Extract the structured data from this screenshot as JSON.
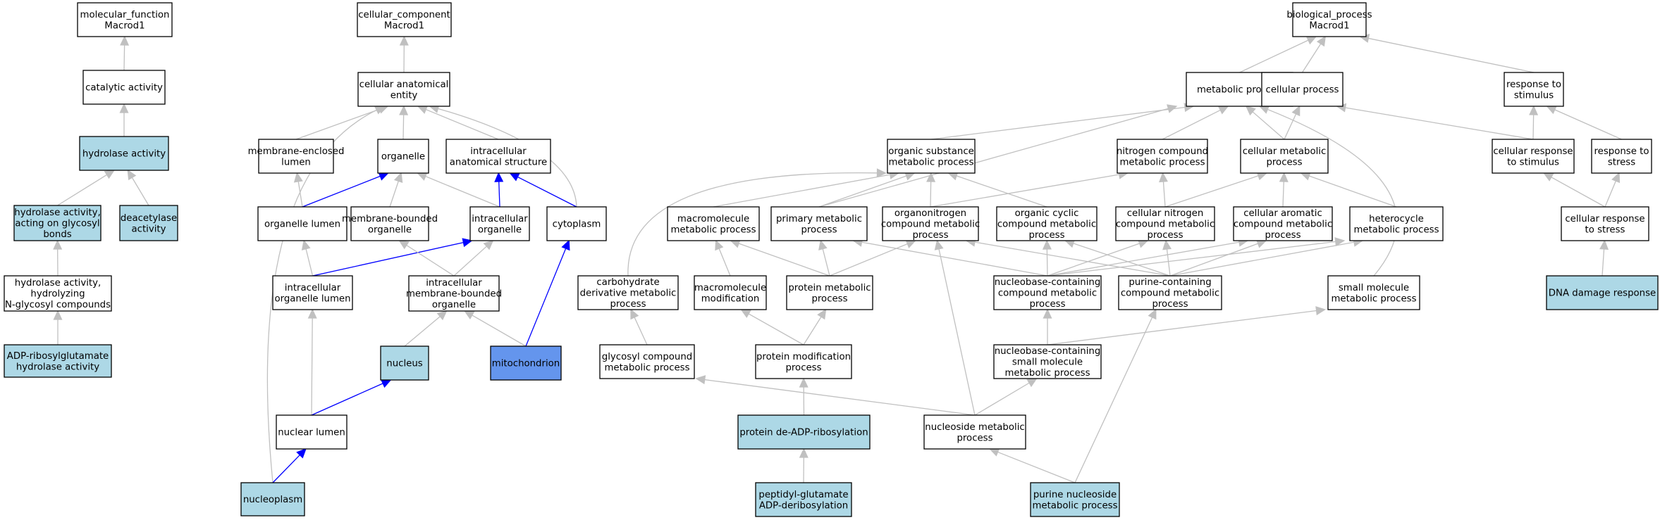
{
  "colors": {
    "plain_fill": "#ffffff",
    "light_fill": "#add8e6",
    "dark_fill": "#6495ed",
    "grey_edge": "#c0c0c0",
    "blue_edge": "#0000ff"
  },
  "nodes": [
    {
      "id": "mf",
      "lines": [
        "molecular_function",
        "Macrod1"
      ],
      "fill": "plain"
    },
    {
      "id": "cat",
      "lines": [
        "catalytic activity"
      ],
      "fill": "plain"
    },
    {
      "id": "hyd",
      "lines": [
        "hydrolase activity"
      ],
      "fill": "light"
    },
    {
      "id": "hydgly",
      "lines": [
        "hydrolase activity,",
        "acting on glycosyl",
        "bonds"
      ],
      "fill": "light"
    },
    {
      "id": "deac",
      "lines": [
        "deacetylase",
        "activity"
      ],
      "fill": "light"
    },
    {
      "id": "hydn",
      "lines": [
        "hydrolase activity,",
        "hydrolyzing",
        "N-glycosyl compounds"
      ],
      "fill": "plain"
    },
    {
      "id": "adpr",
      "lines": [
        "ADP-ribosylglutamate",
        "hydrolase activity"
      ],
      "fill": "light"
    },
    {
      "id": "cc",
      "lines": [
        "cellular_component",
        "Macrod1"
      ],
      "fill": "plain"
    },
    {
      "id": "cae",
      "lines": [
        "cellular anatomical",
        "entity"
      ],
      "fill": "plain"
    },
    {
      "id": "mel",
      "lines": [
        "membrane-enclosed",
        "lumen"
      ],
      "fill": "plain"
    },
    {
      "id": "org",
      "lines": [
        "organelle"
      ],
      "fill": "plain"
    },
    {
      "id": "ias",
      "lines": [
        "intracellular",
        "anatomical structure"
      ],
      "fill": "plain"
    },
    {
      "id": "orgl",
      "lines": [
        "organelle lumen"
      ],
      "fill": "plain"
    },
    {
      "id": "mbo",
      "lines": [
        "membrane-bounded",
        "organelle"
      ],
      "fill": "plain"
    },
    {
      "id": "io",
      "lines": [
        "intracellular",
        "organelle"
      ],
      "fill": "plain"
    },
    {
      "id": "cyto",
      "lines": [
        "cytoplasm"
      ],
      "fill": "plain"
    },
    {
      "id": "iol",
      "lines": [
        "intracellular",
        "organelle lumen"
      ],
      "fill": "plain"
    },
    {
      "id": "imbo",
      "lines": [
        "intracellular",
        "membrane-bounded",
        "organelle"
      ],
      "fill": "plain"
    },
    {
      "id": "nuc",
      "lines": [
        "nucleus"
      ],
      "fill": "light"
    },
    {
      "id": "mito",
      "lines": [
        "mitochondrion"
      ],
      "fill": "dark"
    },
    {
      "id": "nl",
      "lines": [
        "nuclear lumen"
      ],
      "fill": "plain"
    },
    {
      "id": "np",
      "lines": [
        "nucleoplasm"
      ],
      "fill": "light"
    },
    {
      "id": "bp",
      "lines": [
        "biological_process",
        "Macrod1"
      ],
      "fill": "plain"
    },
    {
      "id": "mp",
      "lines": [
        "metabolic process"
      ],
      "fill": "plain"
    },
    {
      "id": "cp",
      "lines": [
        "cellular process"
      ],
      "fill": "plain"
    },
    {
      "id": "rts",
      "lines": [
        "response to",
        "stimulus"
      ],
      "fill": "plain"
    },
    {
      "id": "osmp",
      "lines": [
        "organic substance",
        "metabolic process"
      ],
      "fill": "plain"
    },
    {
      "id": "ncmp",
      "lines": [
        "nitrogen compound",
        "metabolic process"
      ],
      "fill": "plain"
    },
    {
      "id": "cmp",
      "lines": [
        "cellular metabolic",
        "process"
      ],
      "fill": "plain"
    },
    {
      "id": "crs",
      "lines": [
        "cellular response",
        "to stimulus"
      ],
      "fill": "plain"
    },
    {
      "id": "rst",
      "lines": [
        "response to",
        "stress"
      ],
      "fill": "plain"
    },
    {
      "id": "mmp",
      "lines": [
        "macromolecule",
        "metabolic process"
      ],
      "fill": "plain"
    },
    {
      "id": "pmp",
      "lines": [
        "primary metabolic",
        "process"
      ],
      "fill": "plain"
    },
    {
      "id": "oncmp",
      "lines": [
        "organonitrogen",
        "compound metabolic",
        "process"
      ],
      "fill": "plain"
    },
    {
      "id": "occmp",
      "lines": [
        "organic cyclic",
        "compound metabolic",
        "process"
      ],
      "fill": "plain"
    },
    {
      "id": "cncmp",
      "lines": [
        "cellular nitrogen",
        "compound metabolic",
        "process"
      ],
      "fill": "plain"
    },
    {
      "id": "cacmp",
      "lines": [
        "cellular aromatic",
        "compound metabolic",
        "process"
      ],
      "fill": "plain"
    },
    {
      "id": "hmp",
      "lines": [
        "heterocycle",
        "metabolic process"
      ],
      "fill": "plain"
    },
    {
      "id": "crst",
      "lines": [
        "cellular response",
        "to stress"
      ],
      "fill": "plain"
    },
    {
      "id": "cdmp",
      "lines": [
        "carbohydrate",
        "derivative metabolic",
        "process"
      ],
      "fill": "plain"
    },
    {
      "id": "mmod",
      "lines": [
        "macromolecule",
        "modification"
      ],
      "fill": "plain"
    },
    {
      "id": "prmp",
      "lines": [
        "protein metabolic",
        "process"
      ],
      "fill": "plain"
    },
    {
      "id": "nbccmp",
      "lines": [
        "nucleobase-containing",
        "compound metabolic",
        "process"
      ],
      "fill": "plain"
    },
    {
      "id": "pccmp",
      "lines": [
        "purine-containing",
        "compound metabolic",
        "process"
      ],
      "fill": "plain"
    },
    {
      "id": "smmp",
      "lines": [
        "small molecule",
        "metabolic process"
      ],
      "fill": "plain"
    },
    {
      "id": "ddr",
      "lines": [
        "DNA damage response"
      ],
      "fill": "light"
    },
    {
      "id": "gcmp",
      "lines": [
        "glycosyl compound",
        "metabolic process"
      ],
      "fill": "plain"
    },
    {
      "id": "pmod",
      "lines": [
        "protein modification",
        "process"
      ],
      "fill": "plain"
    },
    {
      "id": "nbsmmp",
      "lines": [
        "nucleobase-containing",
        "small molecule",
        "metabolic process"
      ],
      "fill": "plain"
    },
    {
      "id": "pdadpr",
      "lines": [
        "protein de-ADP-ribosylation"
      ],
      "fill": "light"
    },
    {
      "id": "nsmp",
      "lines": [
        "nucleoside metabolic",
        "process"
      ],
      "fill": "plain"
    },
    {
      "id": "pgad",
      "lines": [
        "peptidyl-glutamate",
        "ADP-deribosylation"
      ],
      "fill": "light"
    },
    {
      "id": "pnmp",
      "lines": [
        "purine nucleoside",
        "metabolic process"
      ],
      "fill": "light"
    }
  ],
  "edges": [
    {
      "from": "cat",
      "to": "mf",
      "color": "grey"
    },
    {
      "from": "hyd",
      "to": "cat",
      "color": "grey"
    },
    {
      "from": "hydgly",
      "to": "hyd",
      "color": "grey"
    },
    {
      "from": "deac",
      "to": "hyd",
      "color": "grey"
    },
    {
      "from": "hydn",
      "to": "hydgly",
      "color": "grey"
    },
    {
      "from": "adpr",
      "to": "hydn",
      "color": "grey"
    },
    {
      "from": "cae",
      "to": "cc",
      "color": "grey"
    },
    {
      "from": "mel",
      "to": "cae",
      "color": "grey"
    },
    {
      "from": "org",
      "to": "cae",
      "color": "grey"
    },
    {
      "from": "ias",
      "to": "cae",
      "color": "grey"
    },
    {
      "from": "cyto",
      "to": "cae",
      "color": "grey",
      "curve": true
    },
    {
      "from": "np",
      "to": "cae",
      "color": "grey",
      "curve": true
    },
    {
      "from": "orgl",
      "to": "mel",
      "color": "grey"
    },
    {
      "from": "orgl",
      "to": "org",
      "color": "blue"
    },
    {
      "from": "mbo",
      "to": "org",
      "color": "grey"
    },
    {
      "from": "io",
      "to": "org",
      "color": "grey"
    },
    {
      "from": "io",
      "to": "ias",
      "color": "blue"
    },
    {
      "from": "cyto",
      "to": "ias",
      "color": "blue"
    },
    {
      "from": "iol",
      "to": "orgl",
      "color": "grey"
    },
    {
      "from": "iol",
      "to": "io",
      "color": "blue"
    },
    {
      "from": "imbo",
      "to": "mbo",
      "color": "grey"
    },
    {
      "from": "imbo",
      "to": "io",
      "color": "grey"
    },
    {
      "from": "nuc",
      "to": "imbo",
      "color": "grey"
    },
    {
      "from": "mito",
      "to": "imbo",
      "color": "grey"
    },
    {
      "from": "mito",
      "to": "cyto",
      "color": "blue"
    },
    {
      "from": "nl",
      "to": "iol",
      "color": "grey"
    },
    {
      "from": "nl",
      "to": "nuc",
      "color": "blue"
    },
    {
      "from": "np",
      "to": "nl",
      "color": "blue"
    },
    {
      "from": "mp",
      "to": "bp",
      "color": "grey"
    },
    {
      "from": "cp",
      "to": "bp",
      "color": "grey"
    },
    {
      "from": "rts",
      "to": "bp",
      "color": "grey"
    },
    {
      "from": "osmp",
      "to": "mp",
      "color": "grey"
    },
    {
      "from": "ncmp",
      "to": "mp",
      "color": "grey"
    },
    {
      "from": "cmp",
      "to": "mp",
      "color": "grey"
    },
    {
      "from": "cmp",
      "to": "cp",
      "color": "grey"
    },
    {
      "from": "crs",
      "to": "rts",
      "color": "grey"
    },
    {
      "from": "crs",
      "to": "cp",
      "color": "grey"
    },
    {
      "from": "rst",
      "to": "rts",
      "color": "grey"
    },
    {
      "from": "pmp",
      "to": "mp",
      "color": "grey"
    },
    {
      "from": "smmp",
      "to": "mp",
      "color": "grey",
      "curve": true
    },
    {
      "from": "mmp",
      "to": "osmp",
      "color": "grey"
    },
    {
      "from": "pmp",
      "to": "osmp",
      "color": "grey"
    },
    {
      "from": "oncmp",
      "to": "osmp",
      "color": "grey"
    },
    {
      "from": "occmp",
      "to": "osmp",
      "color": "grey"
    },
    {
      "from": "cdmp",
      "to": "osmp",
      "color": "grey",
      "curve": true
    },
    {
      "from": "oncmp",
      "to": "ncmp",
      "color": "grey"
    },
    {
      "from": "cncmp",
      "to": "ncmp",
      "color": "grey"
    },
    {
      "from": "cncmp",
      "to": "cmp",
      "color": "grey"
    },
    {
      "from": "cacmp",
      "to": "cmp",
      "color": "grey"
    },
    {
      "from": "hmp",
      "to": "cmp",
      "color": "grey"
    },
    {
      "from": "crst",
      "to": "crs",
      "color": "grey"
    },
    {
      "from": "crst",
      "to": "rst",
      "color": "grey"
    },
    {
      "from": "mmod",
      "to": "mmp",
      "color": "grey"
    },
    {
      "from": "prmp",
      "to": "mmp",
      "color": "grey"
    },
    {
      "from": "prmp",
      "to": "pmp",
      "color": "grey"
    },
    {
      "from": "prmp",
      "to": "oncmp",
      "color": "grey"
    },
    {
      "from": "nbccmp",
      "to": "pmp",
      "color": "grey"
    },
    {
      "from": "nbccmp",
      "to": "occmp",
      "color": "grey"
    },
    {
      "from": "nbccmp",
      "to": "cncmp",
      "color": "grey"
    },
    {
      "from": "nbccmp",
      "to": "cacmp",
      "color": "grey"
    },
    {
      "from": "nbccmp",
      "to": "hmp",
      "color": "grey"
    },
    {
      "from": "pccmp",
      "to": "oncmp",
      "color": "grey"
    },
    {
      "from": "pccmp",
      "to": "occmp",
      "color": "grey"
    },
    {
      "from": "pccmp",
      "to": "cncmp",
      "color": "grey"
    },
    {
      "from": "pccmp",
      "to": "cacmp",
      "color": "grey"
    },
    {
      "from": "pccmp",
      "to": "hmp",
      "color": "grey"
    },
    {
      "from": "ddr",
      "to": "crst",
      "color": "grey"
    },
    {
      "from": "gcmp",
      "to": "cdmp",
      "color": "grey"
    },
    {
      "from": "pmod",
      "to": "mmod",
      "color": "grey"
    },
    {
      "from": "pmod",
      "to": "prmp",
      "color": "grey"
    },
    {
      "from": "nbsmmp",
      "to": "nbccmp",
      "color": "grey"
    },
    {
      "from": "nbsmmp",
      "to": "smmp",
      "color": "grey"
    },
    {
      "from": "pdadpr",
      "to": "pmod",
      "color": "grey"
    },
    {
      "from": "pgad",
      "to": "pdadpr",
      "color": "grey"
    },
    {
      "from": "nsmp",
      "to": "gcmp",
      "color": "grey"
    },
    {
      "from": "nsmp",
      "to": "nbsmmp",
      "color": "grey"
    },
    {
      "from": "nsmp",
      "to": "oncmp",
      "color": "grey"
    },
    {
      "from": "pnmp",
      "to": "nsmp",
      "color": "grey"
    },
    {
      "from": "pnmp",
      "to": "pccmp",
      "color": "grey"
    }
  ]
}
